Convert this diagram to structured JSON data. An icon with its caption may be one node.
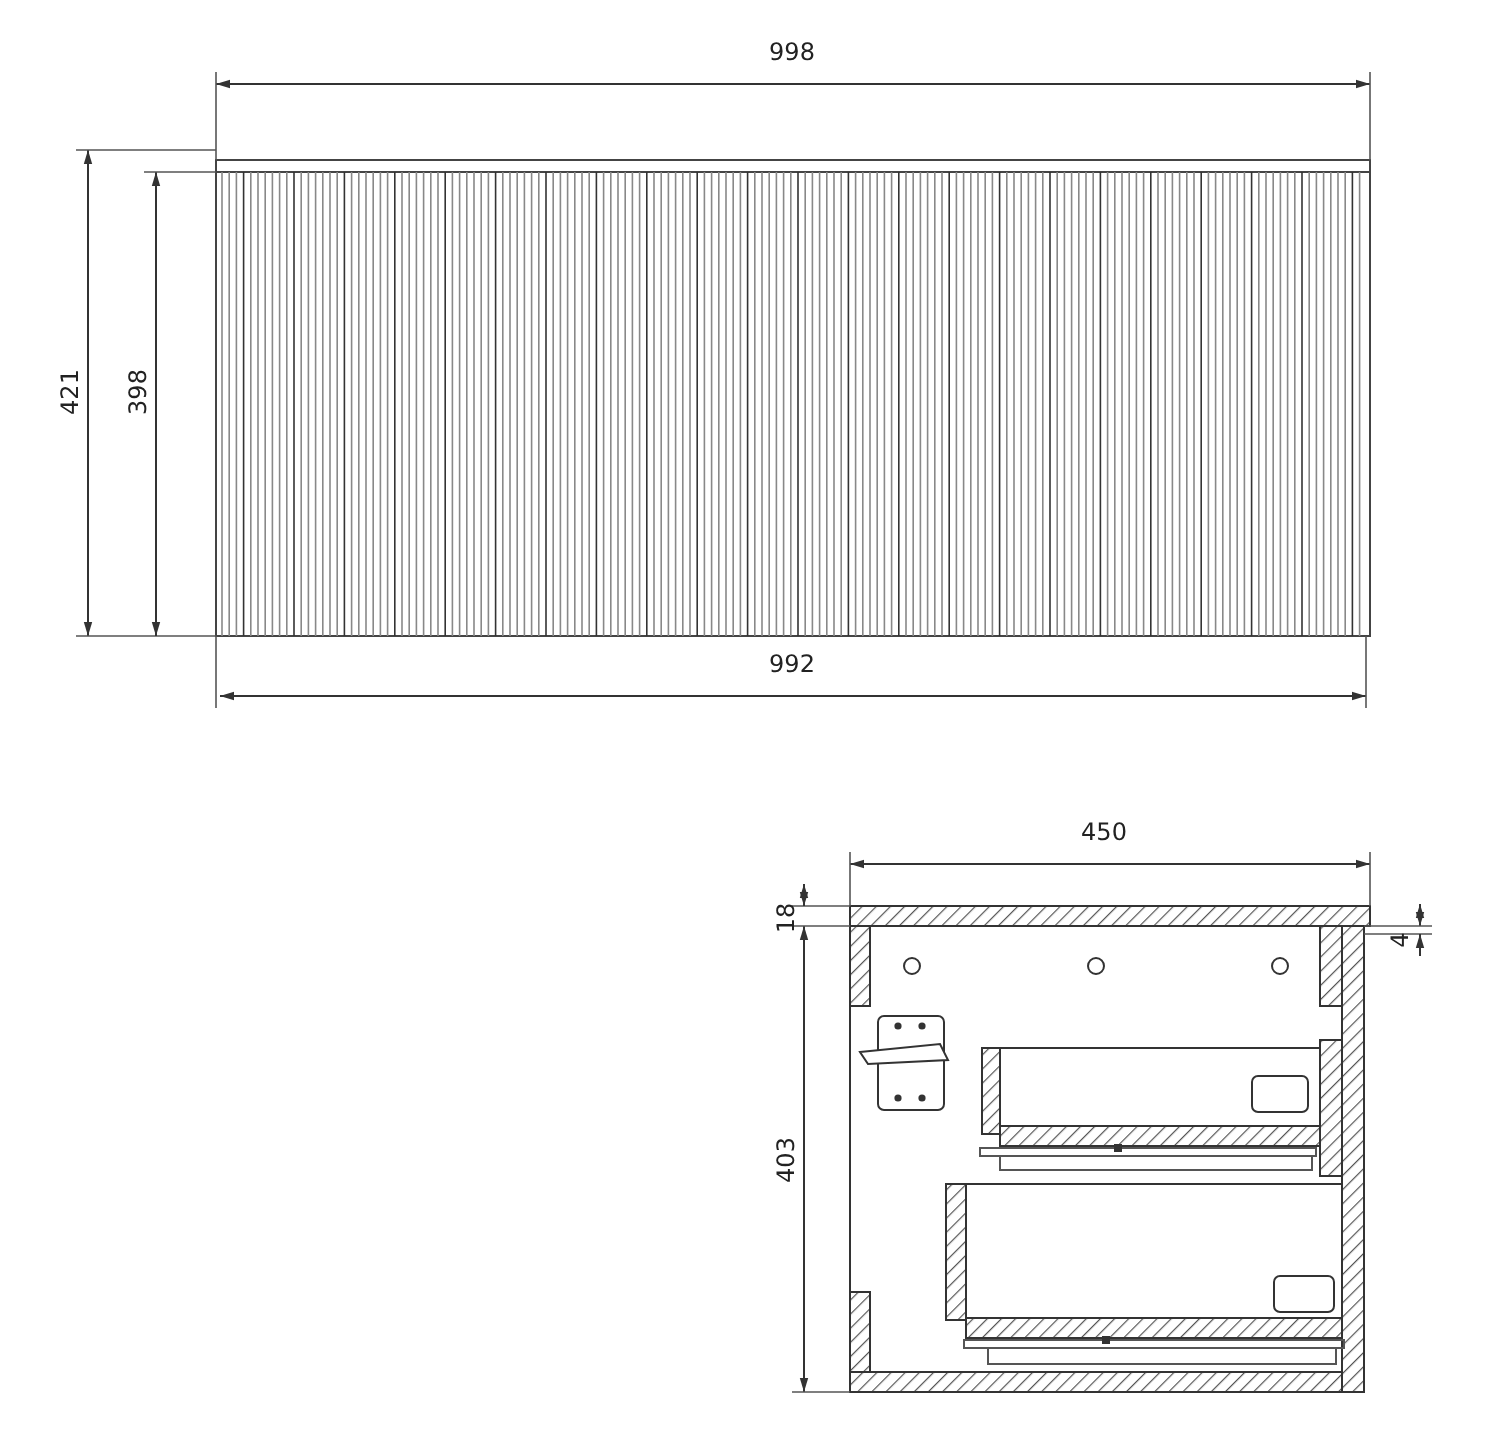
{
  "diagram": {
    "labels": [
      "998",
      "421",
      "398",
      "992",
      "450",
      "18",
      "4",
      "403"
    ]
  }
}
